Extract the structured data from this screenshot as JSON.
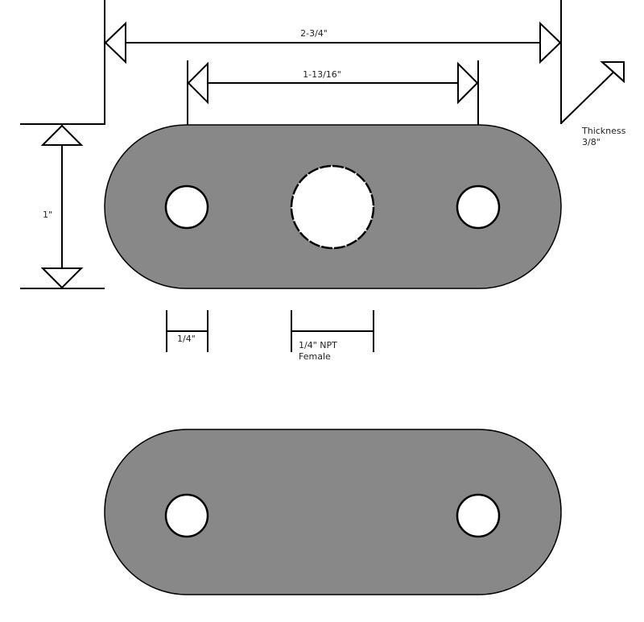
{
  "dimensions": {
    "overall_length": "2-3/4\"",
    "hole_spacing": "1-13/16\"",
    "width": "1\"",
    "thickness_label": "Thickness",
    "thickness_value": "3/8\"",
    "small_hole": "1/4\"",
    "center_hole_line1": "1/4\" NPT",
    "center_hole_line2": "Female"
  },
  "colors": {
    "plate": "#888888",
    "line": "#000000"
  }
}
